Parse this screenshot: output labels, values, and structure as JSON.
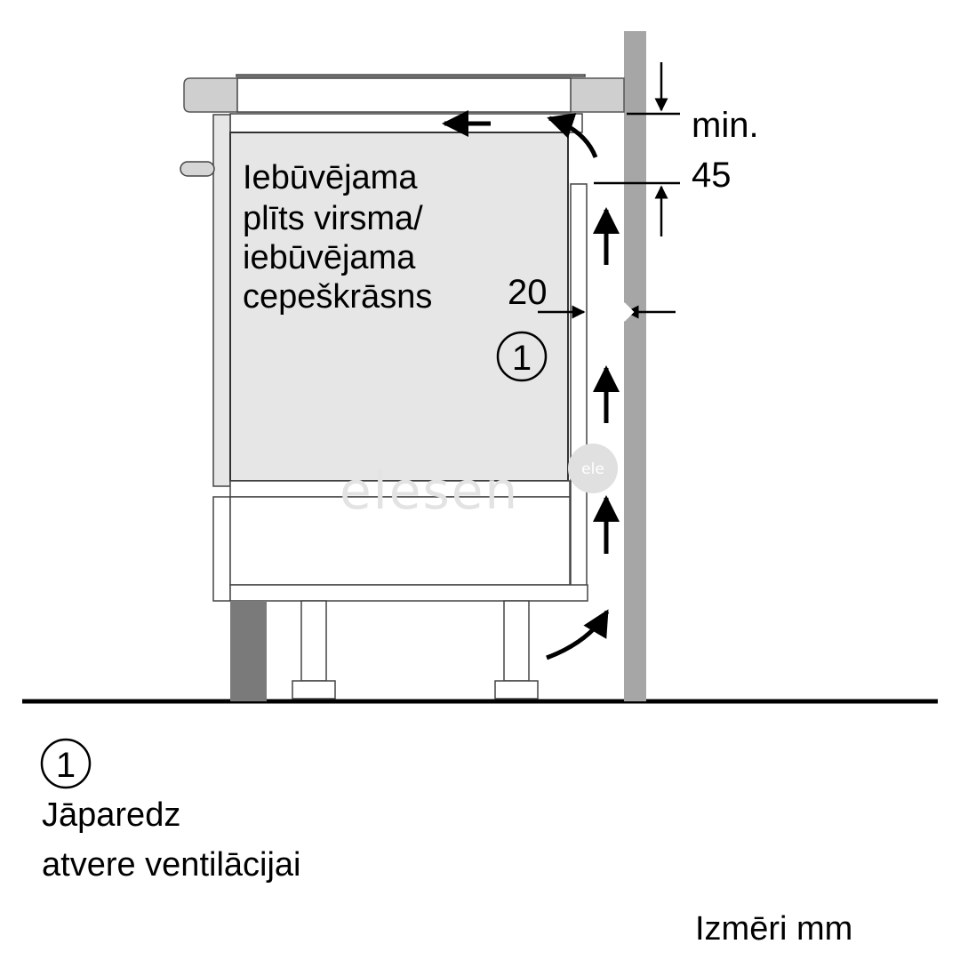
{
  "diagram": {
    "appliance_label": [
      "Iebūvējama",
      "plīts virsma/",
      "iebūvējama",
      "cepeškrāsns"
    ],
    "callout_number": "1",
    "dimension_gap_label": "20",
    "dimension_top_label_line1": "min.",
    "dimension_top_label_line2": "45",
    "watermark_text": "elesen",
    "watermark_badge": "ele"
  },
  "legend": {
    "number": "1",
    "line1": "Jāparedz",
    "line2": "atvere ventilācijai"
  },
  "units_note": "Izmēri mm",
  "colors": {
    "wall": "#a6a6a6",
    "appliance_fill": "#e6e6e6",
    "worktop": "#cfcfcf",
    "dark_panel": "#7a7a7a",
    "line": "#000000"
  }
}
